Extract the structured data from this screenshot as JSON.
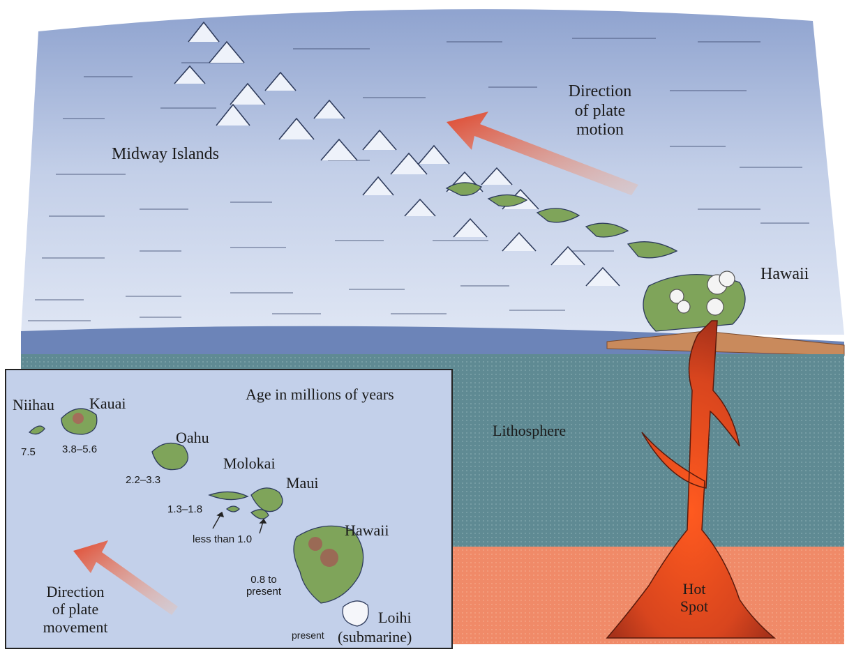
{
  "main_scene": {
    "midway_label": "Midway Islands",
    "hawaii_label": "Hawaii",
    "direction_label": [
      "Direction",
      "of plate",
      "motion"
    ],
    "lithosphere_label": "Lithosphere",
    "hotspot_label": [
      "Hot",
      "Spot"
    ]
  },
  "inset_map": {
    "title": "Age in millions of years",
    "islands": [
      {
        "name": "Niihau",
        "age": "7.5"
      },
      {
        "name": "Kauai",
        "age": "3.8–5.6"
      },
      {
        "name": "Oahu",
        "age": "2.2–3.3"
      },
      {
        "name": "Molokai",
        "age": "1.3–1.8"
      },
      {
        "name": "Maui",
        "age": "less than 1.0"
      },
      {
        "name": "Hawaii",
        "age_lines": [
          "0.8 to",
          "present"
        ]
      },
      {
        "name": "Loihi",
        "note": "(submarine)",
        "age": "present"
      }
    ],
    "direction_label": [
      "Direction",
      "of plate",
      "movement"
    ]
  },
  "colors": {
    "ocean_surface": "#b9c6e3",
    "lithosphere": "#5f8a93",
    "mantle": "#f08a68",
    "magma": "#b83a1e",
    "island_green": "#7fa45a",
    "arrow": "#d9543a"
  }
}
